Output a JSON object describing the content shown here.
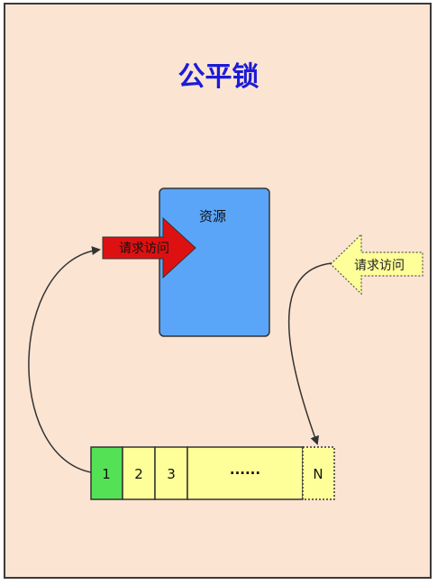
{
  "title": "公平锁",
  "resource": {
    "label": "资源",
    "color": "#5aa5f8"
  },
  "request_active": {
    "label": "请求访问",
    "color": "#dd1111"
  },
  "request_waiting": {
    "label": "请求访问",
    "color": "#ffff99"
  },
  "queue": {
    "slots": [
      {
        "label": "1",
        "color": "#55e155",
        "state": "head"
      },
      {
        "label": "2",
        "color": "#ffff99",
        "state": "waiting"
      },
      {
        "label": "3",
        "color": "#ffff99",
        "state": "waiting"
      },
      {
        "label": "······",
        "color": "#ffff99",
        "state": "waiting"
      },
      {
        "label": "N",
        "color": "#ffff99",
        "state": "incoming"
      }
    ]
  }
}
